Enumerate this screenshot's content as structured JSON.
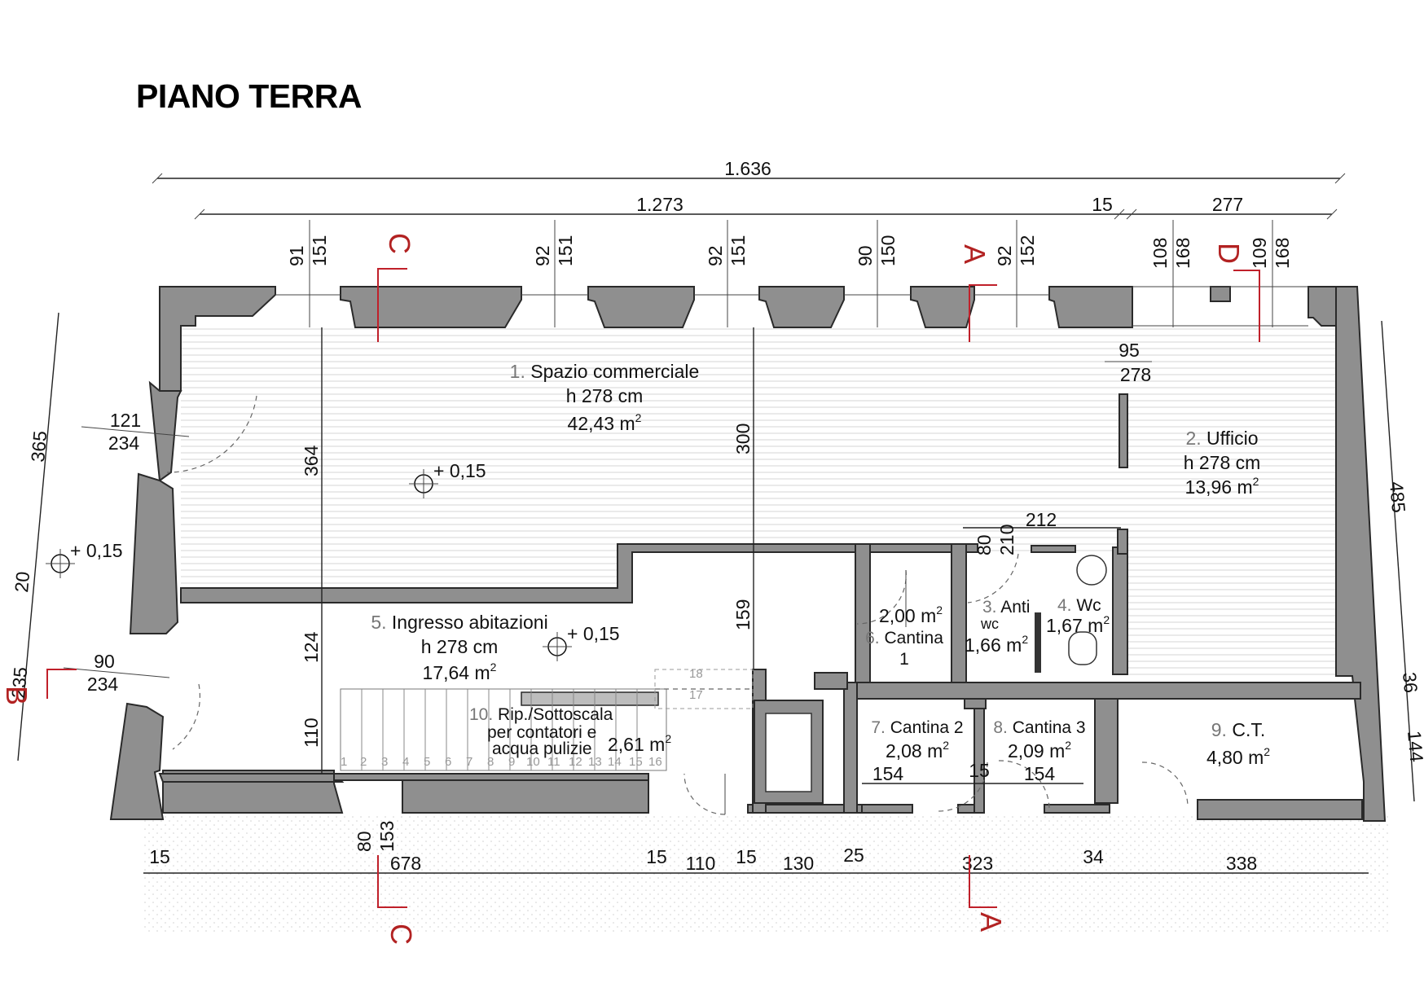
{
  "title": "PIANO TERRA",
  "dimensions": {
    "overall_width": "1.636",
    "partial_width": "1.273",
    "partial_15": "15",
    "partial_277": "277",
    "window_pairs": [
      {
        "a": "91",
        "b": "151"
      },
      {
        "a": "92",
        "b": "151"
      },
      {
        "a": "92",
        "b": "151"
      },
      {
        "a": "90",
        "b": "150"
      },
      {
        "a": "92",
        "b": "152"
      },
      {
        "a": "108",
        "b": "168"
      },
      {
        "a": "109",
        "b": "168"
      }
    ],
    "left": {
      "d365": "365",
      "d20": "20",
      "d235": "235"
    },
    "left_openings": [
      {
        "top": "121",
        "bottom": "234"
      },
      {
        "top": "90",
        "bottom": "234"
      }
    ],
    "interior_vertical": {
      "d364": "364",
      "d124": "124",
      "d110": "110",
      "d300": "300",
      "d159": "159",
      "d80": "80",
      "d210": "210"
    },
    "interior_horizontal": {
      "d212": "212",
      "d95": "95",
      "d278": "278"
    },
    "right": {
      "d485": "485",
      "d36": "36",
      "d144": "144"
    },
    "cantina_widths": {
      "c154a": "154",
      "c15": "15",
      "c154b": "154"
    },
    "bottom": [
      "15",
      "678",
      "15",
      "110",
      "15",
      "130",
      "25",
      "323",
      "34",
      "338"
    ],
    "bottom_vertical": {
      "d80": "80",
      "d153": "153"
    }
  },
  "levels": [
    "+ 0,15",
    "+ 0,15",
    "+ 0,15"
  ],
  "rooms": {
    "r1": {
      "num": "1.",
      "name": "Spazio commerciale",
      "height": "h 278 cm",
      "area": "42,43 m",
      "sup": "2"
    },
    "r2": {
      "num": "2.",
      "name": "Ufficio",
      "height": "h 278 cm",
      "area": "13,96 m",
      "sup": "2"
    },
    "r3": {
      "num": "3.",
      "name": "Anti",
      "name2": "wc",
      "area": "1,66 m",
      "sup": "2"
    },
    "r4": {
      "num": "4.",
      "name": "Wc",
      "area": "1,67 m",
      "sup": "2"
    },
    "r5": {
      "num": "5.",
      "name": "Ingresso abitazioni",
      "height": "h 278 cm",
      "area": "17,64 m",
      "sup": "2"
    },
    "r6": {
      "num": "6.",
      "name": "Cantina",
      "name2": "1",
      "area": "2,00 m",
      "sup": "2"
    },
    "r7": {
      "num": "7.",
      "name": "Cantina 2",
      "area": "2,08 m",
      "sup": "2"
    },
    "r8": {
      "num": "8.",
      "name": "Cantina 3",
      "area": "2,09 m",
      "sup": "2"
    },
    "r9": {
      "num": "9.",
      "name": "C.T.",
      "area": "4,80 m",
      "sup": "2"
    },
    "r10": {
      "num": "10.",
      "name": "Rip./Sottoscala",
      "line2": "per contatori e",
      "line3": "acqua pulizie",
      "area": "2,61 m",
      "sup": "2"
    }
  },
  "stairs": {
    "steps": [
      "1",
      "2",
      "3",
      "4",
      "5",
      "6",
      "7",
      "8",
      "9",
      "10",
      "11",
      "12",
      "13",
      "14",
      "15",
      "16"
    ],
    "upper": [
      "18",
      "17"
    ]
  },
  "sections": {
    "c_top": "C",
    "a_top": "A",
    "d_top": "D",
    "b_left": "B",
    "c_bottom": "C",
    "a_bottom": "A"
  }
}
